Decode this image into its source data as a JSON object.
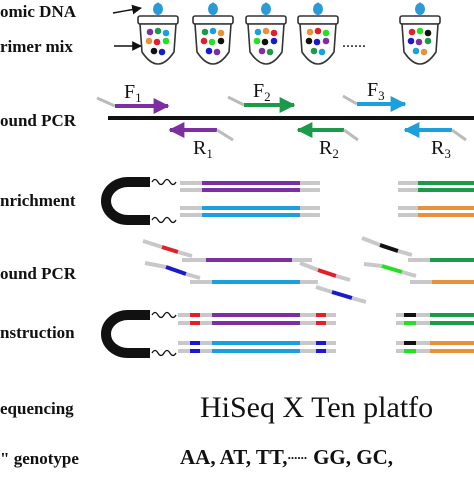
{
  "labels": {
    "genomic_dna": "omic DNA",
    "primer_mix": "rimer mix",
    "first_round_pcr": "ound PCR",
    "enrichment": "nrichment",
    "second_round_pcr": "ound PCR",
    "library_construction": "nstruction",
    "sequencing": "equencing",
    "genotype": "genotype",
    "genotype_prefix": "\""
  },
  "primers": {
    "forward": [
      "F",
      "F",
      "F"
    ],
    "forward_sub": [
      "1",
      "2",
      "3"
    ],
    "reverse": [
      "R",
      "R",
      "R"
    ],
    "reverse_sub": [
      "1",
      "2",
      "3"
    ]
  },
  "tube_ellipsis": "......",
  "platform": "HiSeq X Ten platfo",
  "genotypes": "AA,  AT,  TT,",
  "genotype_ellipsis": "......",
  "genotypes_tail": "GG,  GC,",
  "colors": {
    "purple": "#7b2fa0",
    "green": "#1a9a4a",
    "blue": "#1ca0dc",
    "orange": "#e8913a",
    "red": "#e0202a",
    "navy": "#1a1acd",
    "lime": "#22e022",
    "gray": "#c8c8c8",
    "drop": "#2b9ad6"
  }
}
